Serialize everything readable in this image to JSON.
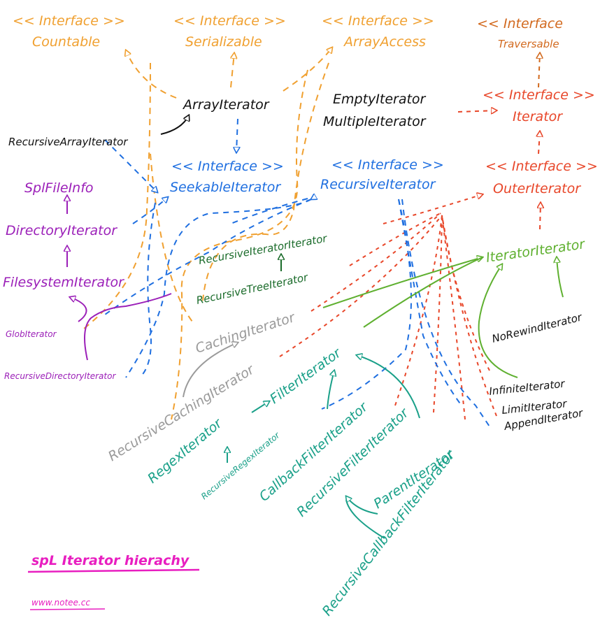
{
  "colors": {
    "orange": "#f0a030",
    "brown": "#d2691e",
    "red_orange": "#e8472a",
    "blue": "#1f6fe0",
    "black": "#111111",
    "purple": "#9b1fb8",
    "dark_green": "#1a6b2a",
    "light_green": "#5fb030",
    "gray": "#9a9a9a",
    "teal": "#1aa089",
    "magenta": "#e81ec0"
  },
  "nodes": {
    "countable_stereo": "<< Interface >>",
    "countable": "Countable",
    "serializable_stereo": "<< Interface >>",
    "serializable": "Serializable",
    "arrayaccess_stereo": "<< Interface >>",
    "arrayaccess": "ArrayAccess",
    "traversable_stereo": "<< Interface",
    "traversable": "Traversable",
    "iterator_stereo": "<< Interface >>",
    "iterator": "Iterator",
    "seekable_stereo": "<< Interface >>",
    "seekable": "SeekableIterator",
    "recursive_iter_stereo": "<< Interface >>",
    "recursive_iter": "RecursiveIterator",
    "outer_stereo": "<< Interface >>",
    "outer": "OuterIterator",
    "array_iterator": "ArrayIterator",
    "empty_iterator": "EmptyIterator",
    "multiple_iterator": "MultipleIterator",
    "recursive_array_iterator": "RecursiveArrayIterator",
    "spl_file_info": "SplFileInfo",
    "directory_iterator": "DirectoryIterator",
    "filesystem_iterator": "FilesystemIterator",
    "glob_iterator": "GlobIterator",
    "recursive_directory_iterator": "RecursiveDirectoryIterator",
    "recursive_iterator_iterator": "RecursiveIteratorIterator",
    "recursive_tree_iterator": "RecursiveTreeIterator",
    "iterator_iterator": "IteratorIterator",
    "no_rewind_iterator": "NoRewindIterator",
    "caching_iterator": "CachingIterator",
    "recursive_caching_iterator": "RecursiveCachingIterator",
    "filter_iterator": "FilterIterator",
    "regex_iterator": "RegexIterator",
    "recursive_regex_iterator": "RecursiveRegexIterator",
    "callback_filter_iterator": "CallbackFilterIterator",
    "recursive_filter_iterator": "RecursiveFilterIterator",
    "parent_iterator": "ParentIterator",
    "recursive_callback_filter_iterator": "RecursiveCallbackFilterIterator",
    "infinite_iterator": "InfiniteIterator",
    "limit_iterator": "LimitIterator",
    "append_iterator": "AppendIterator"
  },
  "footer": {
    "title": "spL Iterator hierachy",
    "url": "www.notee.cc"
  }
}
